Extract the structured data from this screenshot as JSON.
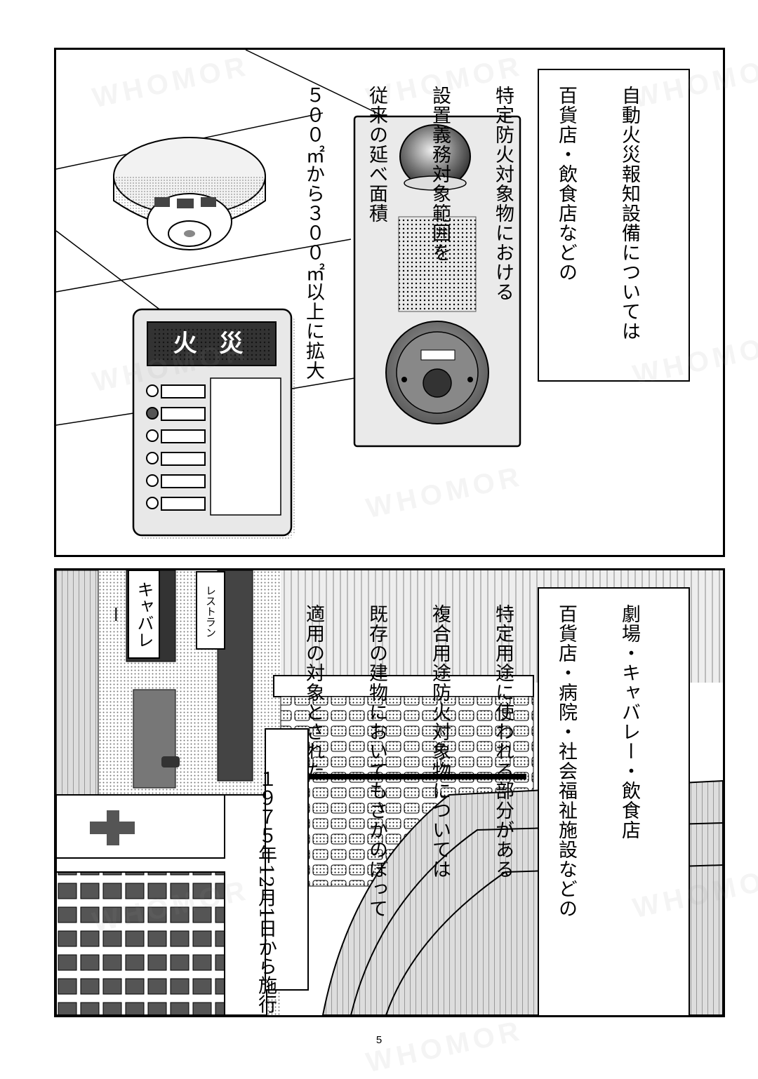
{
  "panel1": {
    "caption_columns": [
      "自動火災報知設備については",
      "百貨店・飲食店などの",
      "特定防火対象物における",
      "設置義務対象範囲を",
      "従来の延べ面積",
      "５００㎡から３００㎡以上に拡大"
    ],
    "panel_display_text": "火 災"
  },
  "panel2": {
    "caption_columns": [
      "劇場・キャバレー・飲食店",
      "百貨店・病院・社会福祉施設などの",
      "特定用途に使われる部分がある",
      "複合用途防火対象物については",
      "既存の建物においてもさかのぼって",
      "適用の対象とされた"
    ],
    "date_text": "１９７５年12月1日から施行",
    "sign_cabaret": "キャバレー",
    "sign_restaurant": "レストラン"
  },
  "watermark": "WHOMOR",
  "page_number": "5"
}
